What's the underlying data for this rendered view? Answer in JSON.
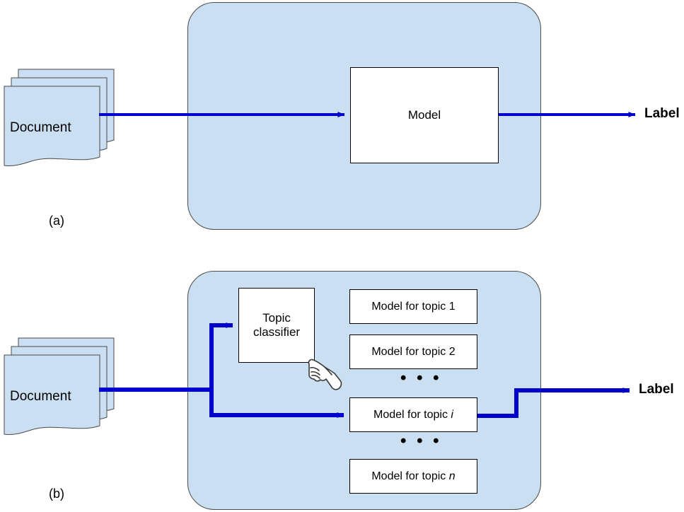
{
  "figure": {
    "panels": [
      {
        "tag": "(a)",
        "document": {
          "label": "Document"
        },
        "model_box": {
          "label": "Model"
        },
        "output": {
          "label": "Label"
        }
      },
      {
        "tag": "(b)",
        "document": {
          "label": "Document"
        },
        "classifier_box": {
          "label": "Topic\nclassifier"
        },
        "model_boxes": [
          {
            "label": "Model for topic ",
            "suffix": "1",
            "italic_suffix": false
          },
          {
            "label": "Model for topic ",
            "suffix": "2",
            "italic_suffix": false
          },
          {
            "label": "Model for topic ",
            "suffix": "i",
            "italic_suffix": true
          },
          {
            "label": "Model for topic ",
            "suffix": "n",
            "italic_suffix": true
          }
        ],
        "ellipsis_upper": "• • •",
        "ellipsis_lower": "• • •",
        "output": {
          "label": "Label"
        },
        "pointer_icon": "pointing-hand-icon"
      }
    ],
    "colors": {
      "group_fill": "#cbdff2",
      "group_stroke": "#4a4a4a",
      "document_fill": "#cbdff2",
      "document_stroke": "#4a4a4a",
      "box_fill": "#ffffff",
      "box_stroke": "#000000",
      "arrow": "#0000cc",
      "text": "#000000",
      "background": "#ffffff"
    }
  }
}
